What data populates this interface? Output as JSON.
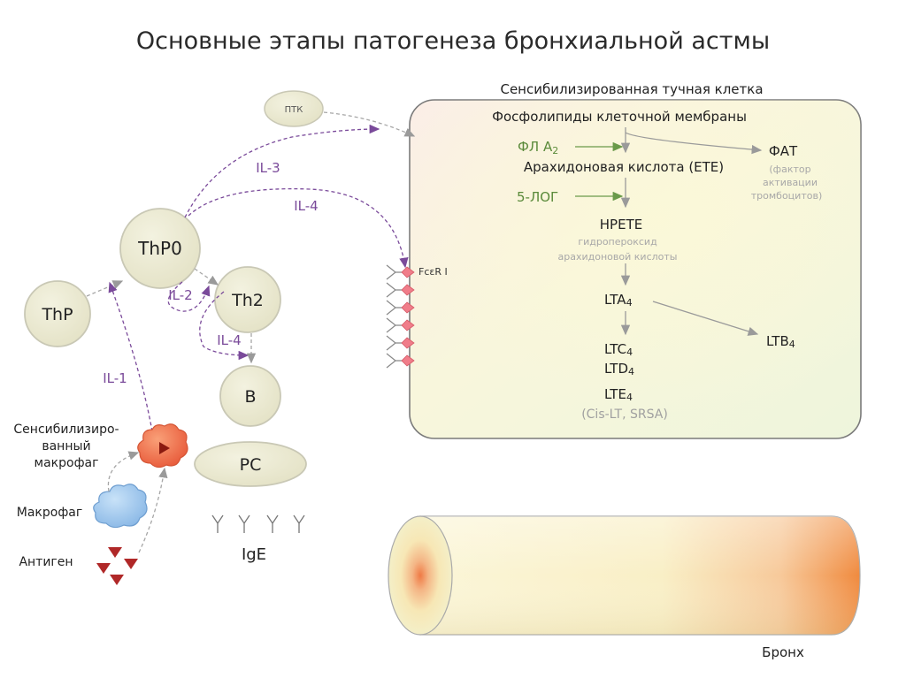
{
  "title": "Основные этапы патогенеза бронхиальной астмы",
  "cells": {
    "ptk": "ПТК",
    "thp0": "ThP0",
    "thp": "ThP",
    "th2": "Th2",
    "b": "B",
    "pc": "PC",
    "ige": "IgE"
  },
  "cytokines": {
    "il3": "IL-3",
    "il4_top": "IL-4",
    "il2": "IL-2",
    "il4_bottom": "IL-4",
    "il1": "IL-1"
  },
  "left_labels": {
    "sens_macrophage_line1": "Сенсибилизиро-",
    "sens_macrophage_line2": "ванный",
    "sens_macrophage_line3": "макрофаг",
    "macrophage": "Макрофаг",
    "antigen": "Антиген"
  },
  "mast_cell": {
    "title": "Сенсибилизированная тучная клетка",
    "phospholipids": "Фосфолипиды клеточной мембраны",
    "pla2": "ФЛ А",
    "pla2_sub": "2",
    "arachidonic": "Арахидоновая кислота (ETE)",
    "lox5": "5-ЛОГ",
    "hpete": "HPETE",
    "hpete_desc_line1": "гидропероксид",
    "hpete_desc_line2": "арахидоновой кислоты",
    "fat": "ФАТ",
    "fat_desc_line1": "(фактор",
    "fat_desc_line2": "активации",
    "fat_desc_line3": "тромбоцитов)",
    "receptor": "FcεR I",
    "lta": "LTA",
    "lta_sub": "4",
    "ltb": "LTB",
    "ltb_sub": "4",
    "ltc": "LTC",
    "ltc_sub": "4",
    "ltd": "LTD",
    "ltd_sub": "4",
    "lte": "LTE",
    "lte_sub": "4",
    "cislt": "(Cis-LT, SRSA)"
  },
  "bronchus_label": "Бронх",
  "colors": {
    "cell_fill": "#ecebd4",
    "cell_stroke": "#c8c8b8",
    "dashed_purple": "#7a4a9a",
    "dashed_gray": "#a0a0a0",
    "enzyme_green": "#5a8a3a",
    "muted_text": "#a8a8a8",
    "macrophage_orange": "#f07050",
    "macrophage_blue": "#9fc8ee",
    "antigen_red": "#b02828",
    "receptor_pink": "#f07d8a"
  }
}
